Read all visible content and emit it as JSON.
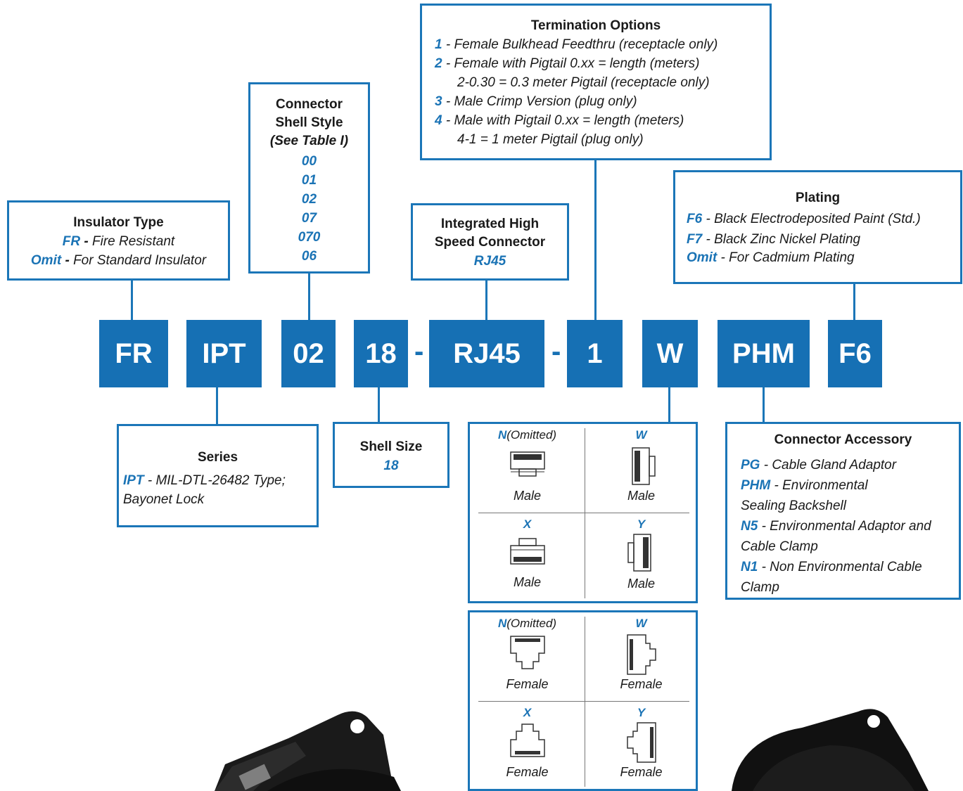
{
  "insulator": {
    "title": "Insulator Type",
    "items": [
      {
        "code": "FR",
        "sep": " - ",
        "text": "Fire Resistant"
      },
      {
        "code": "Omit",
        "sep": " - ",
        "text": "For Standard Insulator"
      }
    ]
  },
  "shell_style": {
    "title_1": "Connector",
    "title_2": "Shell Style",
    "subtitle": "(See Table I)",
    "values": [
      "00",
      "01",
      "02",
      "07",
      "070",
      "06"
    ]
  },
  "termination": {
    "title": "Termination Options",
    "items": [
      {
        "code": "1",
        "text": " - Female Bulkhead Feedthru (receptacle only)"
      },
      {
        "code": "2",
        "text": " - Female with Pigtail 0.xx = length (meters)"
      },
      {
        "code": "",
        "text": "2-0.30 = 0.3 meter Pigtail (receptacle only)"
      },
      {
        "code": "3",
        "text": " - Male Crimp Version (plug only)"
      },
      {
        "code": "4",
        "text": " - Male with Pigtail 0.xx = length (meters)"
      },
      {
        "code": "",
        "text": "4-1 = 1 meter Pigtail (plug only)"
      }
    ]
  },
  "integrated": {
    "title_1": "Integrated High",
    "title_2": "Speed Connector",
    "value": "RJ45"
  },
  "plating": {
    "title": "Plating",
    "items": [
      {
        "code": "F6",
        "text": " - Black Electrodeposited Paint (Std.)"
      },
      {
        "code": "F7",
        "text": " - Black Zinc Nickel  Plating"
      },
      {
        "code": "Omit",
        "text": " - For Cadmium Plating"
      }
    ]
  },
  "codes": [
    "FR",
    "IPT",
    "02",
    "18",
    "RJ45",
    "1",
    "W",
    "PHM",
    "F6"
  ],
  "dash": "-",
  "series": {
    "title": "Series",
    "code": "IPT",
    "text": " - MIL-DTL-26482 Type;",
    "text2": "Bayonet Lock"
  },
  "shell_size": {
    "title": "Shell Size",
    "value": "18"
  },
  "orientation_male": [
    {
      "key": "N",
      "note": "(Omitted)",
      "caption": "Male"
    },
    {
      "key": "W",
      "note": "",
      "caption": "Male"
    },
    {
      "key": "X",
      "note": "",
      "caption": "Male"
    },
    {
      "key": "Y",
      "note": "",
      "caption": "Male"
    }
  ],
  "orientation_female": [
    {
      "key": "N",
      "note": "(Omitted)",
      "caption": "Female"
    },
    {
      "key": "W",
      "note": "",
      "caption": "Female"
    },
    {
      "key": "X",
      "note": "",
      "caption": "Female"
    },
    {
      "key": "Y",
      "note": "",
      "caption": "Female"
    }
  ],
  "accessory": {
    "title": "Connector Accessory",
    "items": [
      {
        "code": "PG",
        "text": " - Cable Gland Adaptor",
        "text2": ""
      },
      {
        "code": "PHM",
        "text": " - Environmental",
        "text2": "Sealing Backshell"
      },
      {
        "code": "N5",
        "text": " - Environmental Adaptor and",
        "text2": "Cable Clamp"
      },
      {
        "code": "N1",
        "text": " - Non Environmental Cable",
        "text2": "Clamp"
      }
    ]
  },
  "colors": {
    "accent": "#1670b4",
    "border": "#1b76b8",
    "text": "#1a1a1a"
  }
}
